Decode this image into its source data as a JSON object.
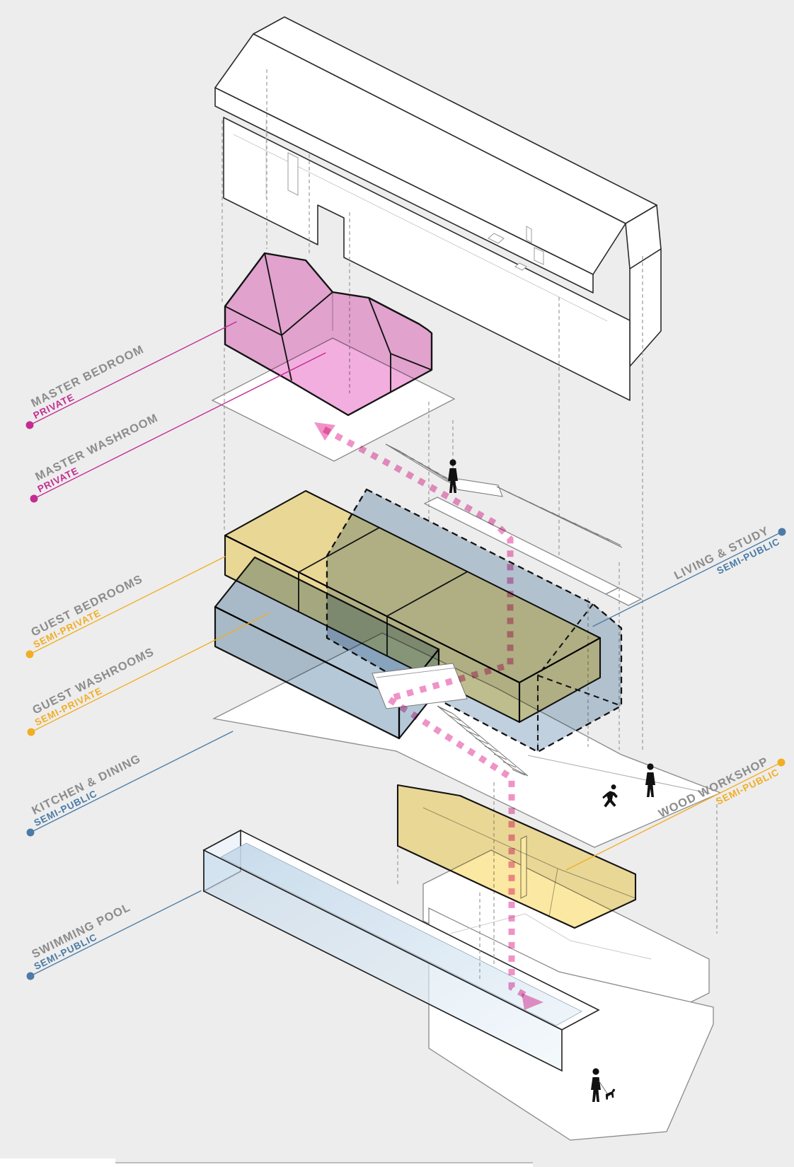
{
  "diagram": {
    "type": "exploded-axonometric-architecture-program-diagram",
    "labels": [
      {
        "id": "master-bedroom",
        "title": "MASTER BEDROOM",
        "privacy": "PRIVATE",
        "color": "#c42c92"
      },
      {
        "id": "master-washroom",
        "title": "MASTER WASHROOM",
        "privacy": "PRIVATE",
        "color": "#c42c92"
      },
      {
        "id": "guest-bedrooms",
        "title": "GUEST BEDROOMS",
        "privacy": "SEMI-PRIVATE",
        "color": "#f1ae25"
      },
      {
        "id": "guest-washrooms",
        "title": "GUEST WASHROOMS",
        "privacy": "SEMI-PRIVATE",
        "color": "#f1ae25"
      },
      {
        "id": "kitchen-dining",
        "title": "KITCHEN & DINING",
        "privacy": "SEMI-PUBLIC",
        "color": "#4b7ba6"
      },
      {
        "id": "swimming-pool",
        "title": "SWIMMING POOL",
        "privacy": "SEMI-PUBLIC",
        "color": "#4b7ba6"
      },
      {
        "id": "living-study",
        "title": "LIVING & STUDY",
        "privacy": "SEMI-PUBLIC",
        "color": "#4b7ba6"
      },
      {
        "id": "wood-workshop",
        "title": "WOOD WORKSHOP",
        "privacy": "SEMI-PUBLIC",
        "color": "#f1ae25"
      }
    ],
    "colors": {
      "background": "#ededed",
      "pink_fill": "#f2aede",
      "magenta": "#c42c92",
      "yellow_fill": "#fbe8a2",
      "yellow_label": "#f1ae25",
      "blue_fill": "#b5c8d8",
      "blue_label": "#4b7ba6",
      "pool_light": "#d7e6f2",
      "path_pink": "#ee8ac2",
      "label_gray": "#8c8c8c",
      "outline": "#1a1a1a"
    },
    "figures": [
      "person-on-stairs",
      "standing-person",
      "running-person",
      "person-walking-dog",
      "dog"
    ],
    "circulation": {
      "style": "dotted",
      "direction": "top-to-bottom",
      "arrows": 2
    }
  }
}
